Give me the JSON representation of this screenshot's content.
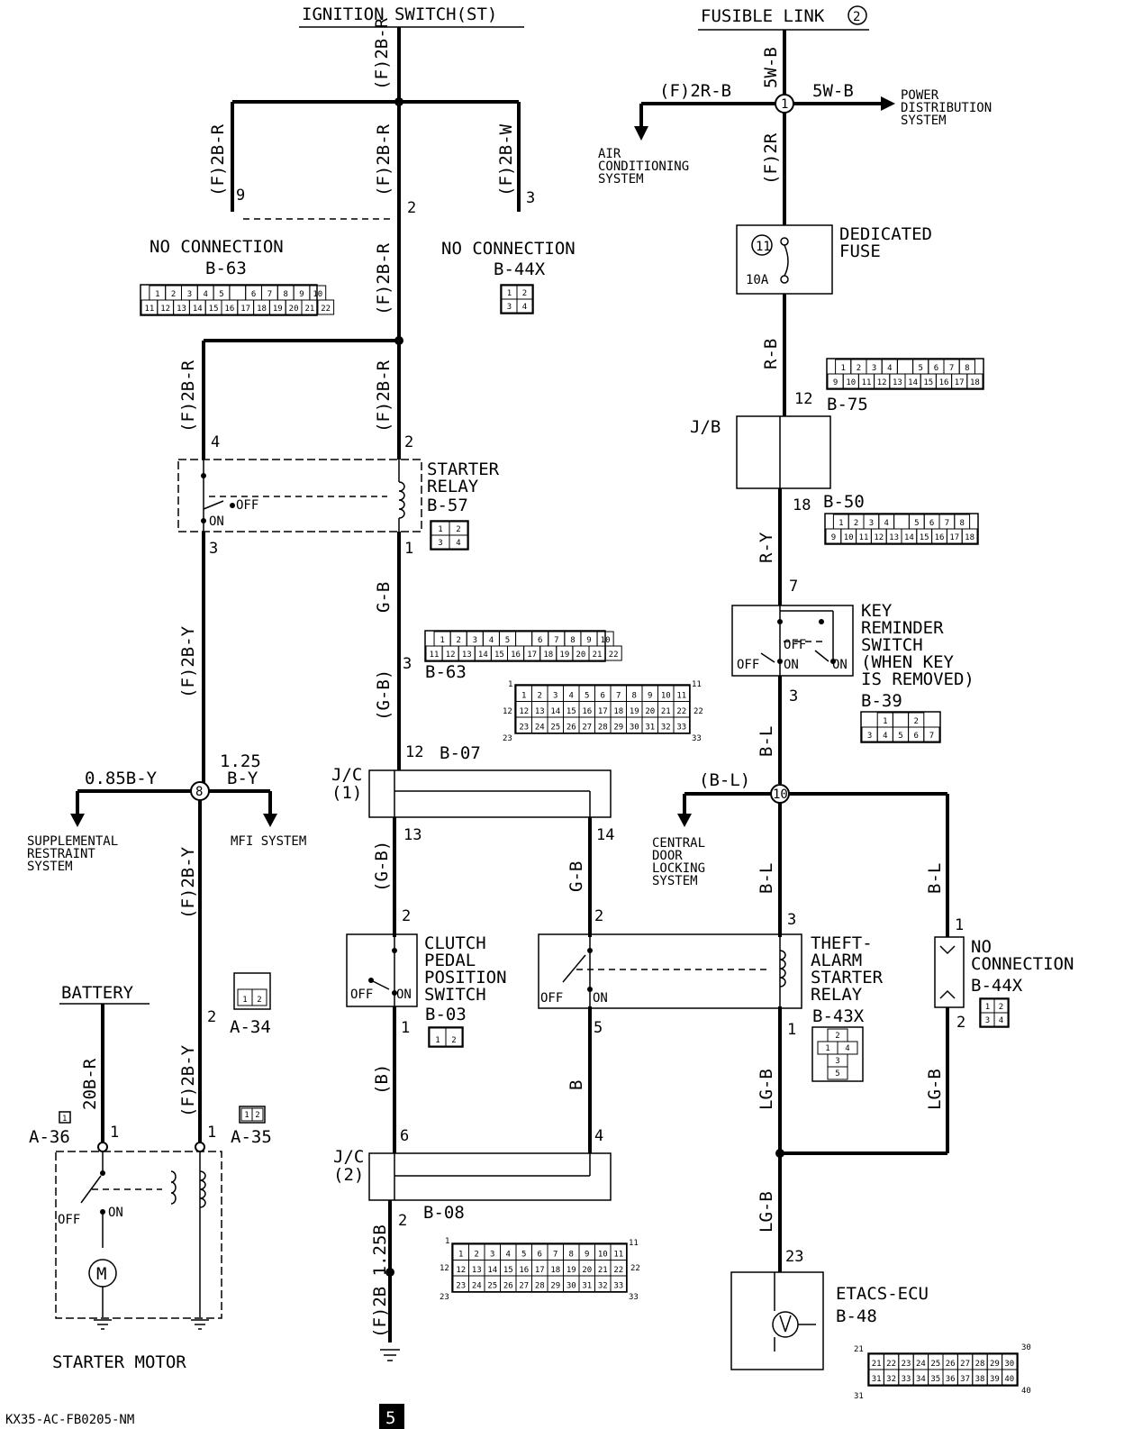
{
  "sources": {
    "ignition": "IGNITION SWITCH(ST)",
    "fusible": "FUSIBLE LINK",
    "fusible_num": "2"
  },
  "wires": {
    "f2br": "(F)2B-R",
    "f2bw": "(F)2B-W",
    "f2by": "(F)2B-Y",
    "f2r": "(F)2R",
    "f2rb": "(F)2R-B",
    "w5wb": "5W-B",
    "rb": "R-B",
    "ry": "R-Y",
    "bl": "B-L",
    "bl_paren": "(B-L)",
    "gb": "G-B",
    "gb_paren": "(G-B)",
    "b": "B",
    "b_paren": "(B)",
    "lgb": "LG-B",
    "b_y_085": "0.85B-Y",
    "size_125": "1.25",
    "by": "B-Y",
    "b20r": "20B-R",
    "f2b_125b": "(F)2B 1.25B"
  },
  "components": {
    "power_dist": [
      "POWER",
      "DISTRIBUTION",
      "SYSTEM"
    ],
    "aircon": [
      "AIR",
      "CONDITIONING",
      "SYSTEM"
    ],
    "dedicated_fuse": [
      "DEDICATED",
      "FUSE"
    ],
    "fuse_num": "11",
    "fuse_amp": "10A",
    "no_connection": "NO CONNECTION",
    "no_connection_split": [
      "NO",
      "CONNECTION"
    ],
    "starter_relay": [
      "STARTER",
      "RELAY"
    ],
    "jb": "J/B",
    "jc1": [
      "J/C",
      "(1)"
    ],
    "jc2": [
      "J/C",
      "(2)"
    ],
    "key_reminder": [
      "KEY",
      "REMINDER",
      "SWITCH",
      "(WHEN KEY",
      "IS REMOVED)"
    ],
    "srs": [
      "SUPPLEMENTAL",
      "RESTRAINT",
      "SYSTEM"
    ],
    "mfi": "MFI SYSTEM",
    "central_door": [
      "CENTRAL",
      "DOOR",
      "LOCKING",
      "SYSTEM"
    ],
    "clutch": [
      "CLUTCH",
      "PEDAL",
      "POSITION",
      "SWITCH"
    ],
    "theft": [
      "THEFT-",
      "ALARM",
      "STARTER",
      "RELAY"
    ],
    "battery": "BATTERY",
    "starter_motor": "STARTER MOTOR",
    "etacs": "ETACS-ECU",
    "motor_symbol": "M"
  },
  "connectors": {
    "b63": "B-63",
    "b44x": "B-44X",
    "b57": "B-57",
    "b75": "B-75",
    "b50": "B-50",
    "b39": "B-39",
    "b07": "B-07",
    "b03": "B-03",
    "b43x": "B-43X",
    "a34": "A-34",
    "a36": "A-36",
    "a35": "A-35",
    "b08": "B-08",
    "b48": "B-48"
  },
  "switch_states": {
    "off": "OFF",
    "on": "ON"
  },
  "pins": {
    "p1": "1",
    "p2": "2",
    "p3": "3",
    "p4": "4",
    "p5": "5",
    "p6": "6",
    "p7": "7",
    "p9": "9",
    "p11": "11",
    "p12": "12",
    "p13": "13",
    "p14": "14",
    "p18": "18",
    "p21": "21",
    "p22": "22",
    "p23": "23",
    "p30": "30",
    "p31": "31",
    "p33": "33",
    "p40": "40"
  },
  "splices": {
    "s1": "1",
    "s8": "8",
    "s10": "10"
  },
  "badges": {
    "a36_note": "1",
    "page": "5"
  },
  "footer": {
    "code": "KX35-AC-FB0205-NM"
  },
  "grids": {
    "g22": {
      "top": [
        "1",
        "2",
        "3",
        "4",
        "5",
        "",
        "6",
        "7",
        "8",
        "9",
        "10"
      ],
      "bot": [
        "11",
        "12",
        "13",
        "14",
        "15",
        "16",
        "17",
        "18",
        "19",
        "20",
        "21",
        "22"
      ]
    },
    "g18": {
      "top": [
        "1",
        "2",
        "3",
        "4",
        "",
        "5",
        "6",
        "7",
        "8"
      ],
      "bot": [
        "9",
        "10",
        "11",
        "12",
        "13",
        "14",
        "15",
        "16",
        "17",
        "18"
      ]
    },
    "g33": {
      "r1": [
        "1",
        "2",
        "3",
        "4",
        "5",
        "6",
        "7",
        "8",
        "9",
        "10",
        "11"
      ],
      "r2": [
        "12",
        "13",
        "14",
        "15",
        "16",
        "17",
        "18",
        "19",
        "20",
        "21",
        "22"
      ],
      "r3": [
        "23",
        "24",
        "25",
        "26",
        "27",
        "28",
        "29",
        "30",
        "31",
        "32",
        "33"
      ]
    },
    "g40": {
      "r1": [
        "21",
        "22",
        "23",
        "24",
        "25",
        "26",
        "27",
        "28",
        "29",
        "30"
      ],
      "r2": [
        "31",
        "32",
        "33",
        "34",
        "35",
        "36",
        "37",
        "38",
        "39",
        "40"
      ]
    },
    "g4": [
      "1",
      "2",
      "3",
      "4"
    ],
    "g7": {
      "top": [
        "1",
        "",
        "2"
      ],
      "bot": [
        "3",
        "4",
        "5",
        "6",
        "7"
      ]
    },
    "g5": [
      "2",
      "1",
      "4",
      "3",
      "5"
    ],
    "g2": [
      "1",
      "2"
    ],
    "g3": [
      "1",
      "2"
    ]
  }
}
